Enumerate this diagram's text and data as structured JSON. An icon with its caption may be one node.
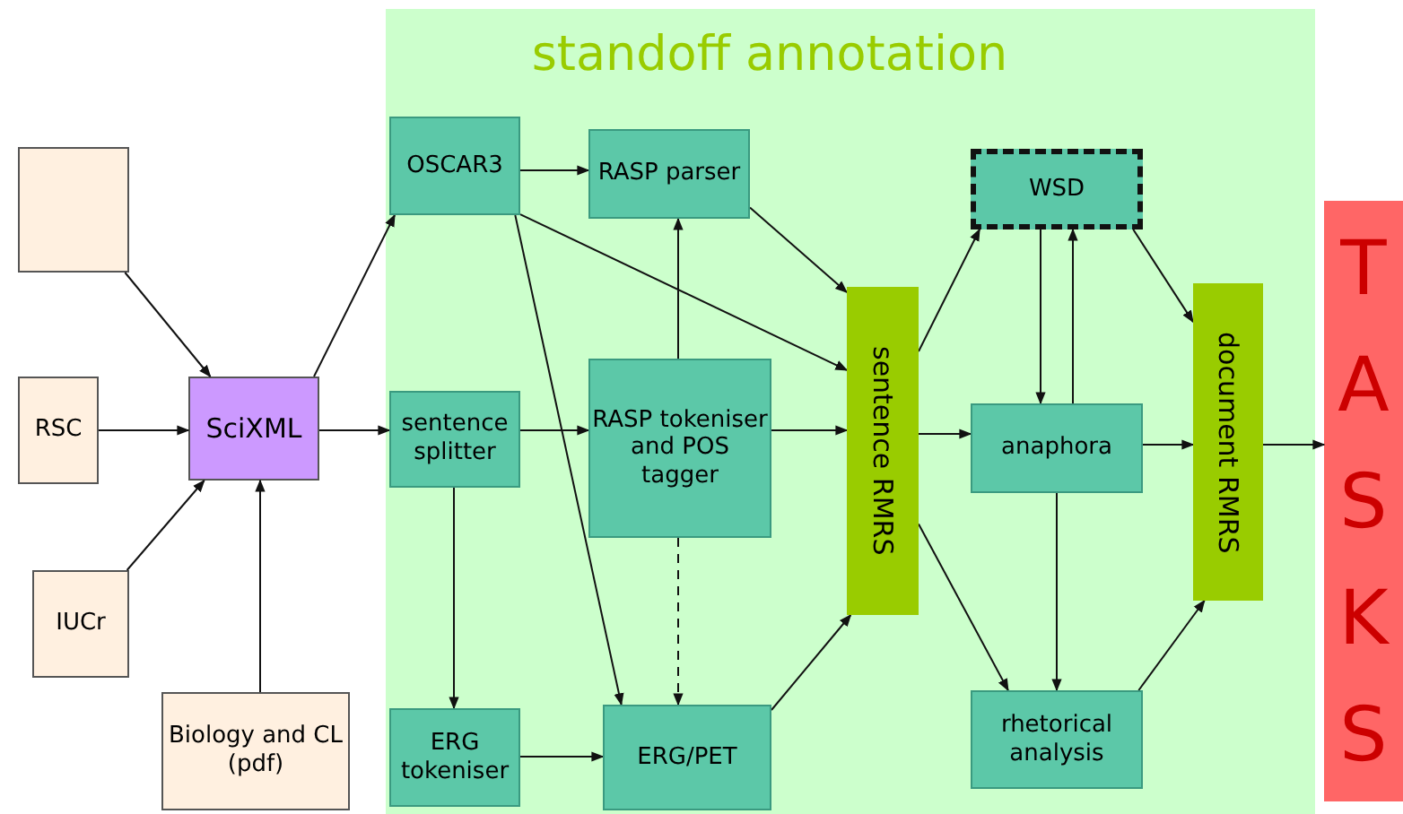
{
  "diagram": {
    "nodes": [
      {
        "text": [
          "standoff annotation"
        ]
      },
      {
        "text": [],
        "shape": "box"
      },
      {
        "text": [
          "RSC"
        ]
      },
      {
        "text": [
          "IUCr"
        ]
      },
      {
        "text": [
          "SciXML"
        ]
      },
      {
        "text": [
          "Biology and CL (pdf)"
        ]
      },
      {
        "text": [
          "OSCAR3"
        ],
        "in": 0
      },
      {
        "text": [
          "RASP parser"
        ],
        "in": 0
      },
      {
        "text": [
          "sentence splitter"
        ],
        "in": 0
      },
      {
        "text": [
          "RASP tokeniser and POS tagger"
        ],
        "in": 0
      },
      {
        "text": [
          "ERG tokeniser"
        ],
        "in": 0
      },
      {
        "text": [
          "ERG/PET"
        ],
        "in": 0
      },
      {
        "text": [
          "sentence RMRS"
        ],
        "in": 0
      },
      {
        "text": [
          "WSD"
        ],
        "in": 0
      },
      {
        "text": [
          "anaphora"
        ],
        "in": 0
      },
      {
        "text": [
          "rhetorical analysis"
        ],
        "in": 0
      },
      {
        "text": [
          "document RMRS"
        ],
        "in": 0
      },
      {
        "text": [
          "TASKS"
        ]
      }
    ],
    "edges": [
      {
        "from": 1,
        "to": 4,
        "arrow": "to"
      },
      {
        "from": 2,
        "to": 4,
        "arrow": "to"
      },
      {
        "from": 3,
        "to": 4,
        "arrow": "to"
      },
      {
        "from": 5,
        "to": 4,
        "arrow": "to"
      },
      {
        "from": 4,
        "to": 6,
        "arrow": "to"
      },
      {
        "from": 4,
        "to": 8,
        "arrow": "to"
      },
      {
        "from": 6,
        "to": 7,
        "arrow": "to"
      },
      {
        "from": 6,
        "to": 12,
        "arrow": "to"
      },
      {
        "from": 6,
        "to": 11,
        "arrow": "to"
      },
      {
        "from": 8,
        "to": 9,
        "arrow": "to"
      },
      {
        "from": 8,
        "to": 10,
        "arrow": "to"
      },
      {
        "from": 9,
        "to": 7,
        "arrow": "to"
      },
      {
        "from": 9,
        "to": 11,
        "arrow": "to",
        "style": "dashed"
      },
      {
        "from": 10,
        "to": 11,
        "arrow": "to"
      },
      {
        "from": 7,
        "to": 12,
        "arrow": "to"
      },
      {
        "from": 9,
        "to": 12,
        "arrow": "to"
      },
      {
        "from": 11,
        "to": 12,
        "arrow": "to"
      },
      {
        "from": 12,
        "to": 13,
        "arrow": "to"
      },
      {
        "from": 12,
        "to": 14,
        "arrow": "to"
      },
      {
        "from": 12,
        "to": 15,
        "arrow": "to"
      },
      {
        "from": 13,
        "to": 14,
        "arrow": "to"
      },
      {
        "from": 14,
        "to": 13,
        "arrow": "to"
      },
      {
        "from": 14,
        "to": 15,
        "arrow": "to"
      },
      {
        "from": 13,
        "to": 16,
        "arrow": "to"
      },
      {
        "from": 14,
        "to": 16,
        "arrow": "to"
      },
      {
        "from": 15,
        "to": 16,
        "arrow": "to"
      },
      {
        "from": 16,
        "to": 17,
        "arrow": "to"
      }
    ]
  }
}
